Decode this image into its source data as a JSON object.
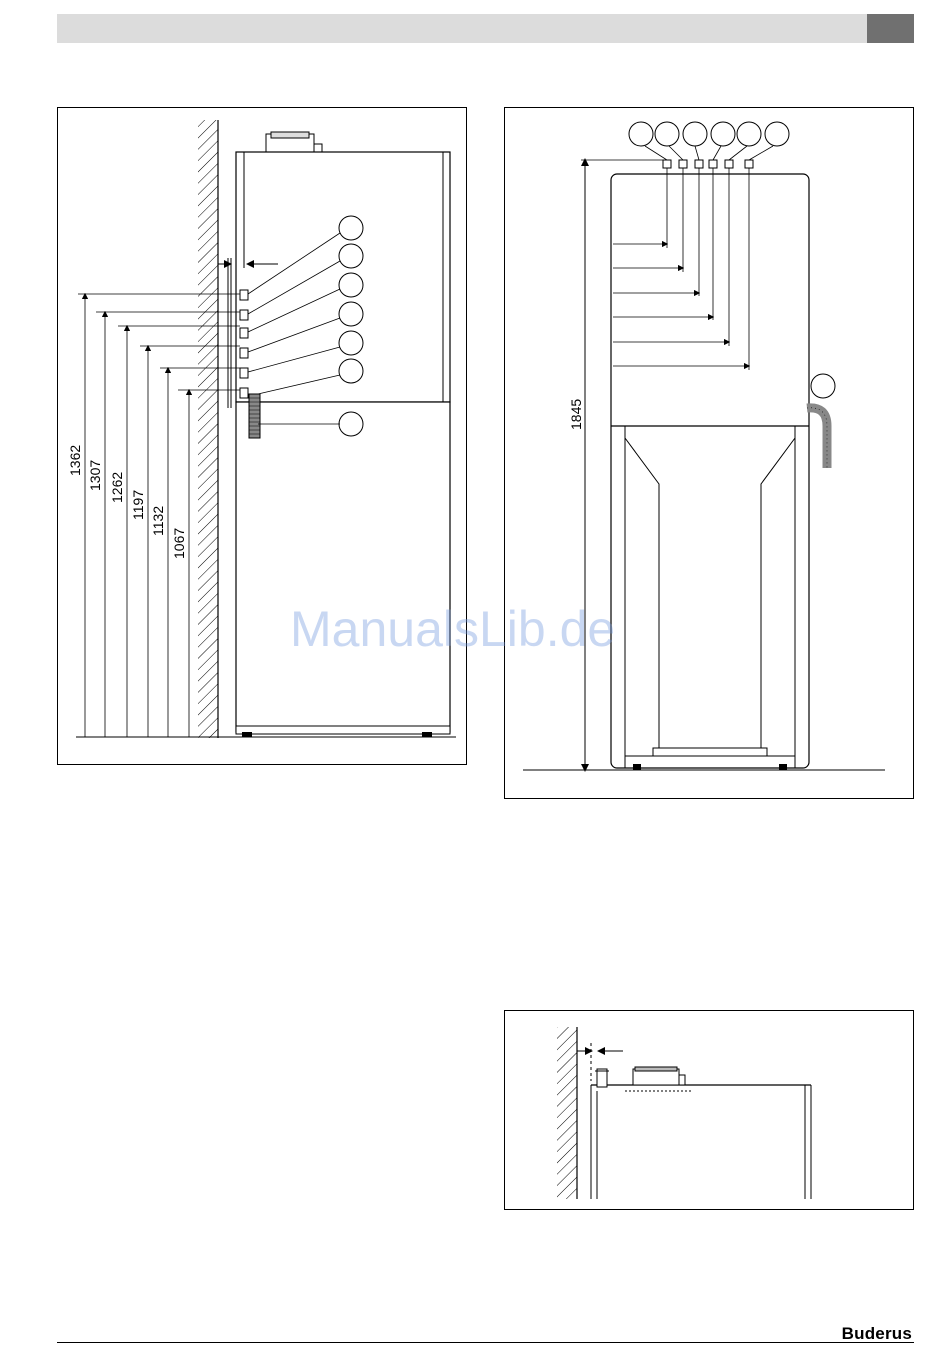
{
  "header": {
    "tab_color": "#707070",
    "bar_color": "#dcdcdc"
  },
  "figure_side": {
    "dimensions": [
      "1362",
      "1307",
      "1262",
      "1197",
      "1132",
      "1067"
    ],
    "callout_count": 7
  },
  "figure_front": {
    "height_dimension": "1845",
    "callout_count": 7
  },
  "figure_top": {},
  "watermark": "ManualsLib.de",
  "footer": {
    "brand": "Buderus"
  }
}
